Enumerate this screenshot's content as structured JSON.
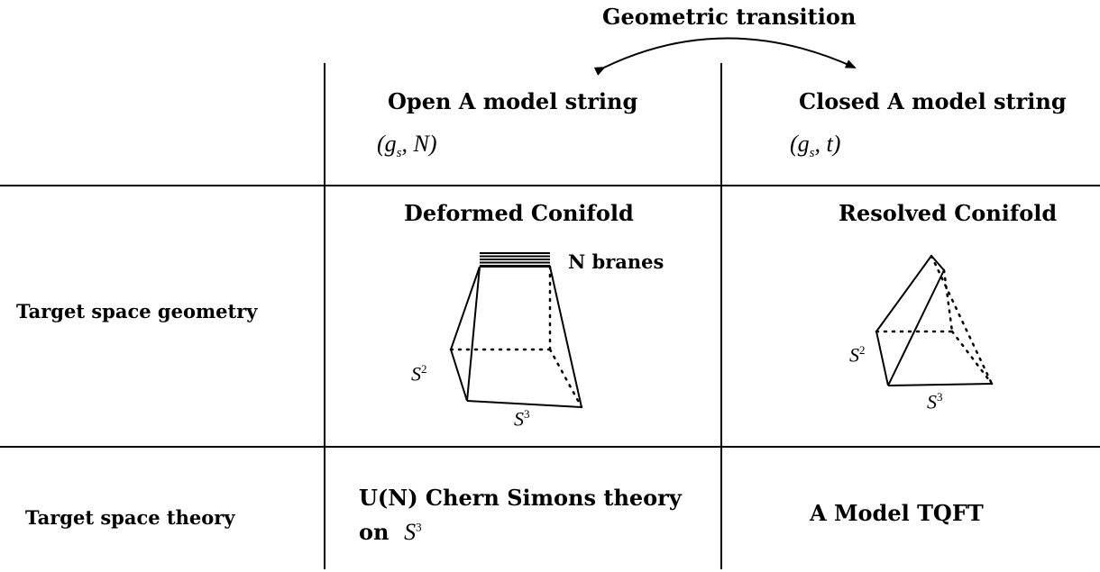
{
  "transition_label": "Geometric transition",
  "columns": {
    "open": {
      "title": "Open A model string",
      "params": "(gs, N)"
    },
    "closed": {
      "title": "Closed A model string",
      "params": "(gs, t)"
    }
  },
  "rows": {
    "geometry": {
      "label": "Target space geometry",
      "open_title": "Deformed Conifold",
      "branes": "N branes",
      "closed_title": "Resolved  Conifold",
      "s2": "S2",
      "s3": "S3"
    },
    "theory": {
      "label": "Target space theory",
      "open_line1": "U(N) Chern Simons theory",
      "open_line2": "on  S3",
      "closed": "A Model  TQFT"
    }
  }
}
